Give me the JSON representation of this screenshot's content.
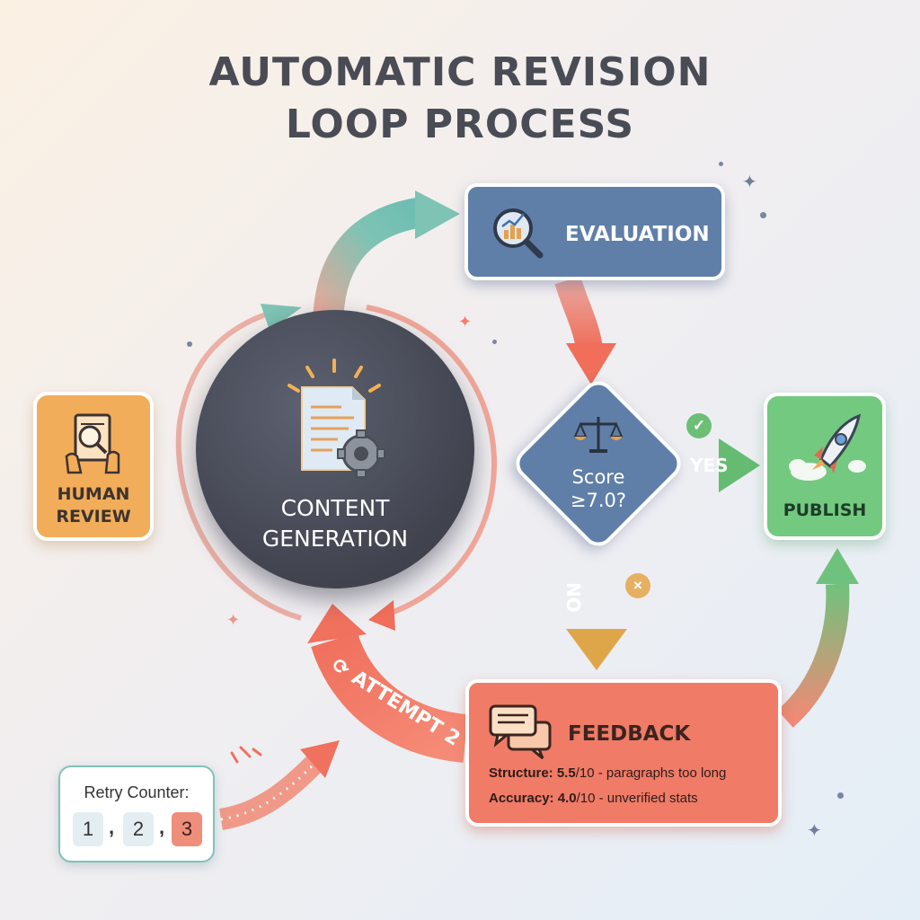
{
  "title": {
    "line1": "AUTOMATIC REVISION",
    "line2": "LOOP PROCESS"
  },
  "nodes": {
    "evaluation": {
      "label": "EVALUATION",
      "icon": "chart-magnifier-icon",
      "color": "#5f7fa8"
    },
    "decision": {
      "line1": "Score",
      "line2": "≥7.0?",
      "icon": "balance-scale-icon",
      "color": "#5f7fa8"
    },
    "publish": {
      "label": "PUBLISH",
      "icon": "rocket-icon",
      "color": "#72c97f"
    },
    "human_review": {
      "line1": "HUMAN",
      "line2": "REVIEW",
      "icon": "document-review-icon",
      "color": "#f2ad5a"
    },
    "content_generation": {
      "line1": "CONTENT",
      "line2": "GENERATION",
      "icon": "document-gear-icon",
      "color": "#41444f"
    },
    "feedback": {
      "label": "FEEDBACK",
      "icon": "chat-bubbles-icon",
      "color": "#f07b66",
      "items": [
        {
          "metric": "Structure: 5.5",
          "detail": "/10 - paragraphs too long"
        },
        {
          "metric": "Accuracy: 4.0",
          "detail": "/10 - unverified stats"
        }
      ]
    }
  },
  "edges": {
    "yes": {
      "label": "YES",
      "badge": "✓",
      "color": "#6cbf75"
    },
    "no": {
      "label": "NO",
      "badge": "×",
      "color": "#e6b062"
    },
    "retry": {
      "label": "ATTEMPT 2",
      "icon": "refresh-icon",
      "color": "#f07b66"
    }
  },
  "retry_counter": {
    "title": "Retry Counter:",
    "values": [
      "1",
      "2",
      "3"
    ],
    "separator": ",",
    "current": "3"
  }
}
